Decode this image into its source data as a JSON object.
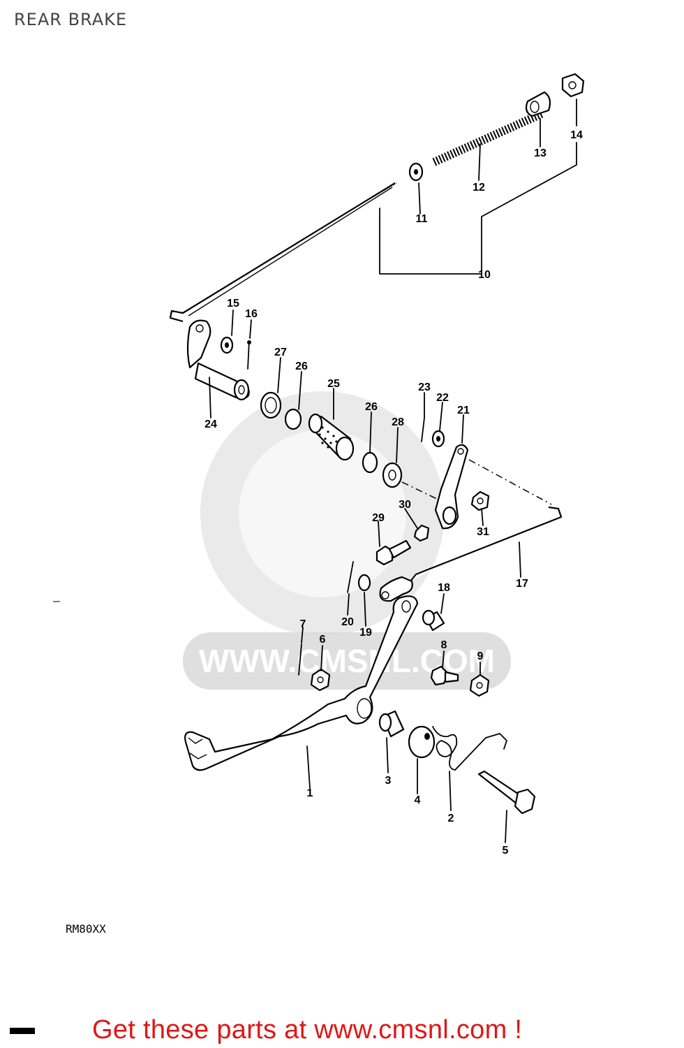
{
  "title": "REAR BRAKE",
  "model_code": "RM80XX",
  "watermark": "WWW.CMSNL.COM",
  "footer": {
    "cta": "Get these parts at www.cmsnl.com !"
  },
  "colors": {
    "accent": "#e01616",
    "line": "#000000",
    "watermark": "#d9d9d9"
  },
  "parts": [
    {
      "label": "1"
    },
    {
      "label": "2"
    },
    {
      "label": "3"
    },
    {
      "label": "4"
    },
    {
      "label": "5"
    },
    {
      "label": "6"
    },
    {
      "label": "7"
    },
    {
      "label": "8"
    },
    {
      "label": "9"
    },
    {
      "label": "10"
    },
    {
      "label": "11"
    },
    {
      "label": "12"
    },
    {
      "label": "13"
    },
    {
      "label": "14"
    },
    {
      "label": "15"
    },
    {
      "label": "16"
    },
    {
      "label": "17"
    },
    {
      "label": "18"
    },
    {
      "label": "19"
    },
    {
      "label": "20"
    },
    {
      "label": "21"
    },
    {
      "label": "22"
    },
    {
      "label": "23"
    },
    {
      "label": "24"
    },
    {
      "label": "25"
    },
    {
      "label": "26"
    },
    {
      "label": "26"
    },
    {
      "label": "27"
    },
    {
      "label": "28"
    },
    {
      "label": "29"
    },
    {
      "label": "30"
    },
    {
      "label": "31"
    }
  ]
}
